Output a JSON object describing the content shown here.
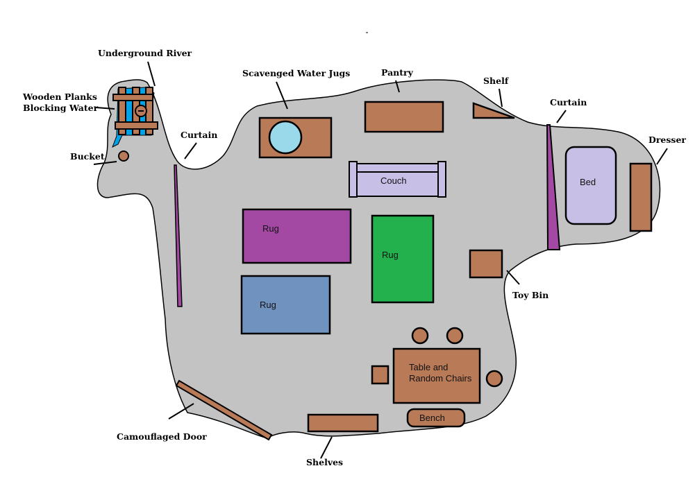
{
  "labels": {
    "underground_river": "Underground River",
    "wooden_planks_line1": "Wooden Planks",
    "wooden_planks_line2": "Blocking Water",
    "bucket": "Bucket",
    "curtain_left": "Curtain",
    "scavenged_water_jugs": "Scavenged Water Jugs",
    "pantry": "Pantry",
    "shelf": "Shelf",
    "curtain_right": "Curtain",
    "dresser": "Dresser",
    "toy_bin": "Toy Bin",
    "camouflaged_door": "Camouflaged Door",
    "shelves": "Shelves"
  },
  "items": {
    "couch": "Couch",
    "bed": "Bed",
    "rug_purple": "Rug",
    "rug_green": "Rug",
    "rug_blue": "Rug",
    "table_line1": "Table and",
    "table_line2": "Random Chairs",
    "bench": "Bench"
  },
  "colors": {
    "floor": "#c3c3c3",
    "wood": "#b97a57",
    "lavender": "#c8bfe7",
    "purple": "#a349a4",
    "green": "#22b14c",
    "blue": "#7092be",
    "water": "#99d9ea",
    "river": "#00a2e8"
  }
}
